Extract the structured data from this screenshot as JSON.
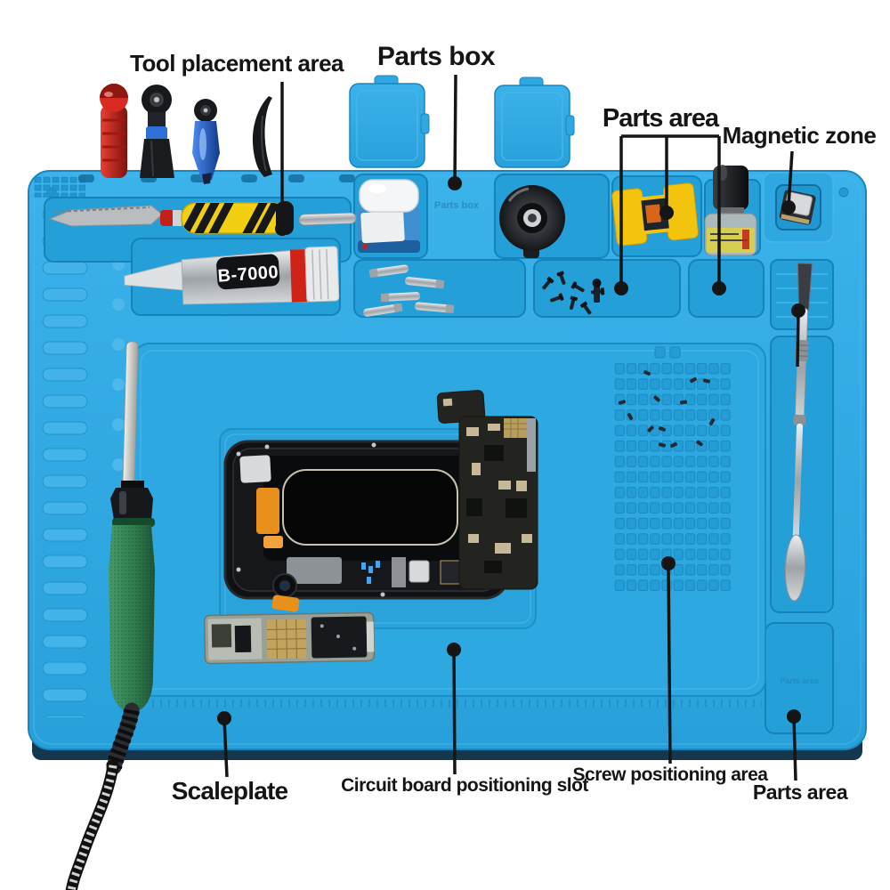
{
  "labels": {
    "tool_placement_area": "Tool placement area",
    "parts_box": "Parts box",
    "parts_area_top": "Parts area",
    "magnetic_zone": "Magnetic zone",
    "scaleplate": "Scaleplate",
    "circuit_board_positioning_slot": "Circuit board positioning slot",
    "screw_positioning_area": "Screw positioning area",
    "parts_area_bottom": "Parts area"
  },
  "product": {
    "glue_tube_text": "B-7000"
  },
  "colors": {
    "mat_blue": "#2FA8E2",
    "mat_recess": "#249CD5",
    "mat_edge": "#1A86BD",
    "mat_dark_side": "#14374E",
    "label_text": "#151515",
    "magnetizer_yellow": "#F2C40E",
    "knife_handle_yellow": "#F3CF12",
    "iron_handle_green": "#2F7D4F",
    "glue_stripe_red": "#CF2318",
    "screwdriver_red": "#D82A20",
    "screwdriver_blue": "#2A6FE0"
  }
}
